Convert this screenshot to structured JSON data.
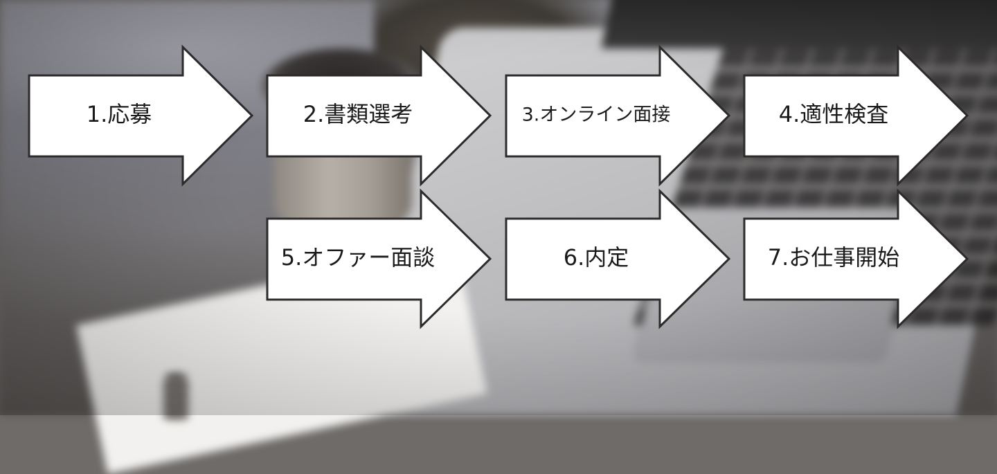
{
  "steps": [
    {
      "label": "1.応募"
    },
    {
      "label": "2.書類選考"
    },
    {
      "label": "3.オンライン面接"
    },
    {
      "label": "4.適性検査"
    },
    {
      "label": "5.オファー面談"
    },
    {
      "label": "6.内定"
    },
    {
      "label": "7.お仕事開始"
    }
  ],
  "colors": {
    "arrow_fill": "#ffffff",
    "arrow_stroke": "#2c2a2a",
    "text": "#1a1a1a"
  }
}
